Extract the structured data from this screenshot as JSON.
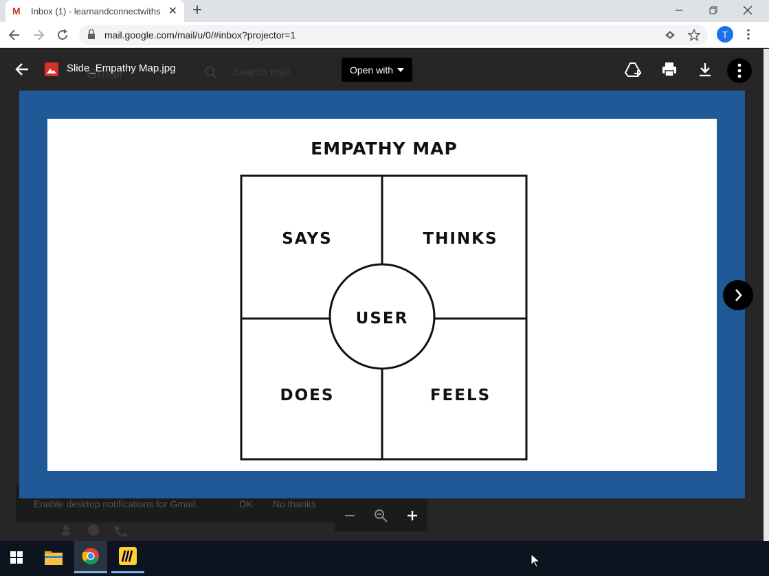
{
  "browser": {
    "tab_title": "Inbox (1) - learnandconnectwiths",
    "tab_favicon": "M",
    "close_glyph": "✕",
    "newtab_glyph": "+",
    "url": "mail.google.com/mail/u/0/#inbox?projector=1",
    "avatar_letter": "T"
  },
  "viewer": {
    "file_name": "Slide_Empathy Map.jpg",
    "open_with_label": "Open with",
    "faded_search": "Search mail",
    "faded_logo": "Gmail"
  },
  "slide": {
    "title": "EMPATHY MAP",
    "quadrants": {
      "top_left": "SAYS",
      "top_right": "THINKS",
      "bottom_left": "DOES",
      "bottom_right": "FEELS"
    },
    "center": "USER"
  },
  "notification": {
    "text": "Enable desktop notifications for Gmail.",
    "ok": "OK",
    "no_thanks": "No thanks"
  },
  "colors": {
    "frame_blue": "#1f5998",
    "gmail_red": "#d93025",
    "avatar_blue": "#1a73e8"
  }
}
